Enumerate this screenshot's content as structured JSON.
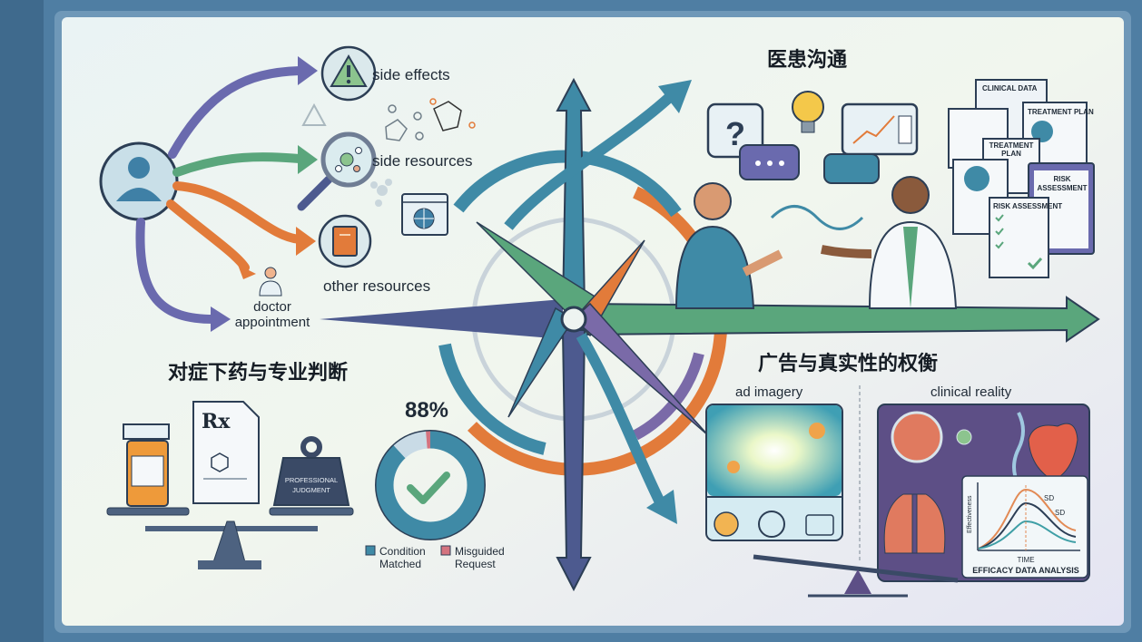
{
  "colors": {
    "frame": "#4f7ea3",
    "panel": "#eef4f1",
    "teal": "#3f8aa6",
    "green": "#5aa67c",
    "orange": "#e27b3a",
    "purple": "#6a5f9e",
    "navy": "#3a4f7a"
  },
  "left_flow": {
    "items": [
      {
        "label": "side effects",
        "icon": "warning-icon"
      },
      {
        "label": "side resources",
        "icon": "magnifier-icon"
      },
      {
        "label": "other resources",
        "icon": "book-icon"
      }
    ],
    "doctor_label_1": "doctor",
    "doctor_label_2": "appointment"
  },
  "communication": {
    "title": "医患沟通",
    "documents": [
      "CLINICAL DATA",
      "TREATMENT PLAN",
      "TREATMENT",
      "PLAN",
      "RISK",
      "ASSESSMENT",
      "RISK ASSESSMENT"
    ]
  },
  "prescription": {
    "title": "对症下药与专业判断",
    "rx": "Rx",
    "weight_label_1": "PROFESSIONAL",
    "weight_label_2": "JUDGMENT"
  },
  "donut": {
    "value_label": "88%",
    "condition_matched_pct": 88,
    "misguided_request_pct": 1.5,
    "legend": [
      {
        "line1": "Condition",
        "line2": "Matched",
        "color": "#3f8aa6"
      },
      {
        "line1": "Misguided",
        "line2": "Request",
        "color": "#d4737f"
      }
    ]
  },
  "advertising": {
    "title": "广告与真实性的权衡",
    "ad_label": "ad imagery",
    "clinical_label": "clinical reality",
    "chart": {
      "ylabel": "Effectiveness",
      "xlabel": "TIME",
      "sd1": "SD",
      "sd2": "SD",
      "caption": "EFFICACY DATA ANALYSIS"
    }
  }
}
